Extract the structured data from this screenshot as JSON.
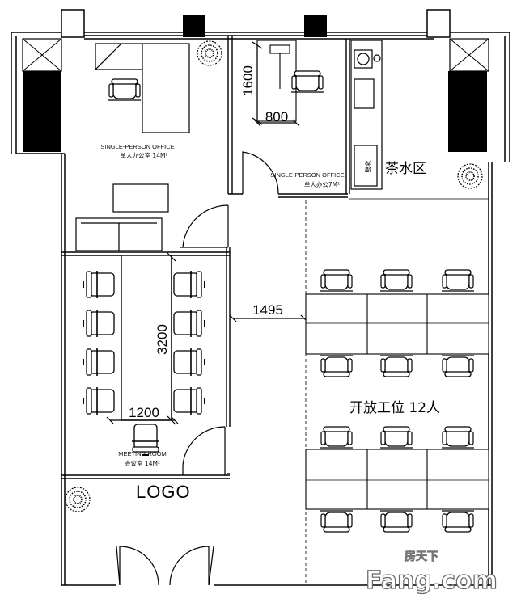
{
  "rooms": {
    "office_large": {
      "name_en": "SINGLE-PERSON OFFICE",
      "name_cn": "单人办公室 14M²"
    },
    "office_small": {
      "name_en": "SINGLE-PERSON OFFICE",
      "name_cn": "单人办公7M²"
    },
    "tea_area": {
      "label": "茶水区"
    },
    "meeting": {
      "name_en": "MEETING ROOM",
      "name_cn": "会议室 14M²"
    },
    "open_area": {
      "label": "开放工位  12人"
    },
    "reception": {
      "logo": "LOGO"
    }
  },
  "dimensions": {
    "desk_depth": "1600",
    "desk_width": "800",
    "corridor": "1495",
    "table_length": "3200",
    "table_width": "1200"
  },
  "appliances": {
    "fridge": "冰箱"
  },
  "watermark": {
    "cn": "房天下",
    "en": "Fang.com"
  }
}
